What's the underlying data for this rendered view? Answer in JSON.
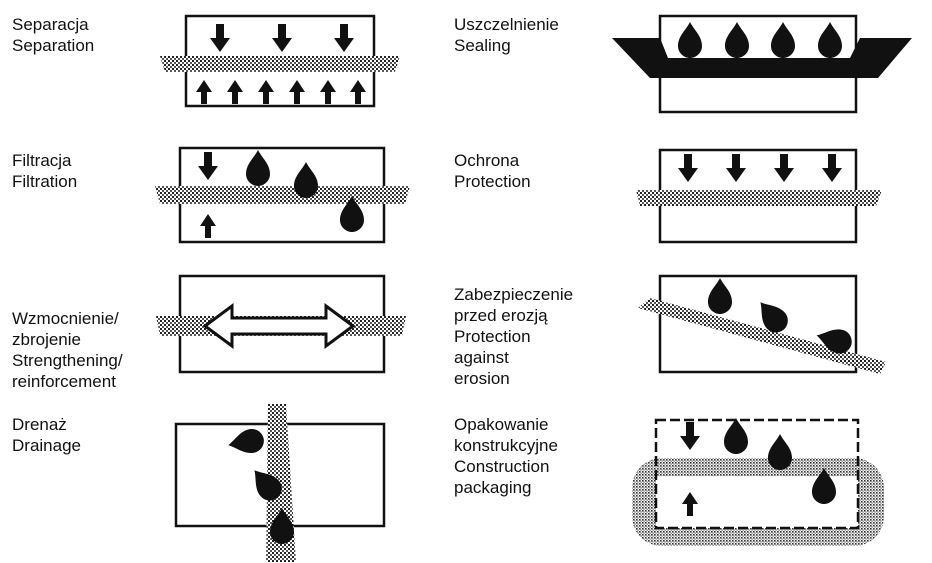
{
  "colors": {
    "ink": "#111111",
    "paper": "#ffffff",
    "fabric": "#9a9a9a"
  },
  "panels": [
    {
      "id": "separation",
      "icon": "separation-diagram",
      "lines": [
        "Separacja",
        "Separation"
      ]
    },
    {
      "id": "sealing",
      "icon": "sealing-diagram",
      "lines": [
        "Uszczelnienie",
        "Sealing"
      ]
    },
    {
      "id": "filtration",
      "icon": "filtration-diagram",
      "lines": [
        "Filtracja",
        "Filtration"
      ]
    },
    {
      "id": "protection",
      "icon": "protection-diagram",
      "lines": [
        "Ochrona",
        "Protection"
      ]
    },
    {
      "id": "reinforcement",
      "icon": "reinforcement-diagram",
      "lines": [
        "Wzmocnienie/",
        "zbrojenie",
        "Strengthening/",
        "reinforcement"
      ]
    },
    {
      "id": "erosion",
      "icon": "erosion-protection-diagram",
      "lines": [
        "Zabezpieczenie",
        "przed erozją",
        "Protection",
        "against",
        "erosion"
      ]
    },
    {
      "id": "drainage",
      "icon": "drainage-diagram",
      "lines": [
        "Drenaż",
        "Drainage"
      ]
    },
    {
      "id": "packaging",
      "icon": "construction-packaging-diagram",
      "lines": [
        "Opakowanie",
        "konstrukcyjne",
        "Construction",
        "packaging"
      ]
    }
  ]
}
